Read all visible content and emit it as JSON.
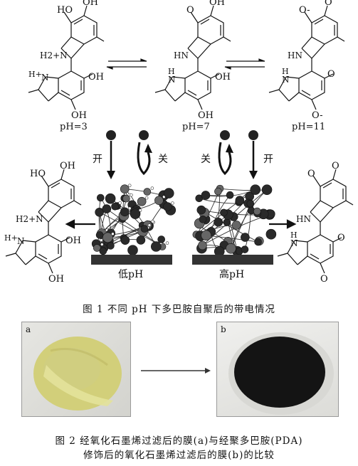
{
  "figure1": {
    "structures": [
      {
        "ph_label": "pH=3",
        "labels": [
          "HO",
          "OH",
          "H2+N",
          "H+",
          "N",
          "OH",
          "OH"
        ]
      },
      {
        "ph_label": "pH=7",
        "labels": [
          "O",
          "OH",
          "HN",
          "H",
          "N",
          "OH",
          "OH"
        ]
      },
      {
        "ph_label": "pH=11",
        "labels": [
          "O-",
          "O",
          "HN",
          "H",
          "N",
          "O",
          "O-"
        ]
      }
    ],
    "left_switch": {
      "on": "开",
      "off": "关"
    },
    "right_switch": {
      "on": "开",
      "off": "关"
    },
    "substrate_left": "低pH",
    "substrate_right": "高pH",
    "caption": "图 1   不同 pH 下多巴胺自聚后的带电情况"
  },
  "figure2": {
    "label_a": "a",
    "label_b": "b",
    "caption_line1": "图 2   经氧化石墨烯过滤后的膜(a)与经聚多巴胺(PDA)",
    "caption_line2": "修饰后的氧化石墨烯过滤后的膜(b)的比较",
    "colors": {
      "membrane_a": "#c9c46a",
      "membrane_b": "#111111",
      "dish": "#e9e9e6"
    }
  }
}
